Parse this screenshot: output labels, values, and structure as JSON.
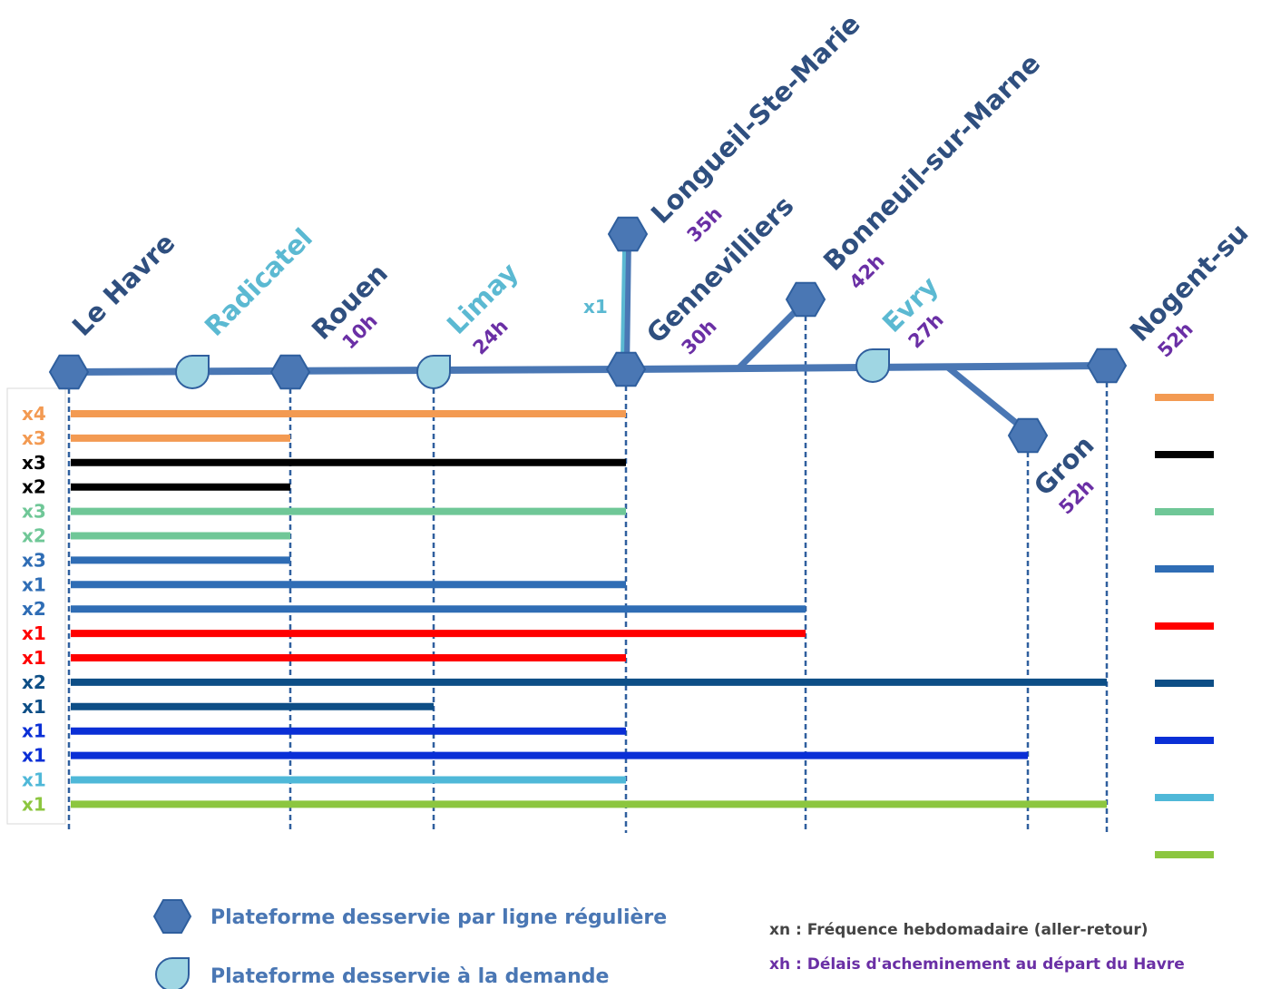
{
  "stations": [
    {
      "id": "le-havre",
      "name": "Le Havre",
      "kind": "regular",
      "delay": "",
      "color": "#2f4f7f"
    },
    {
      "id": "radicatel",
      "name": "Radicatel",
      "kind": "on-demand",
      "delay": "",
      "color": "#5bb9d2"
    },
    {
      "id": "rouen",
      "name": "Rouen",
      "kind": "regular",
      "delay": "10h",
      "color": "#2f4f7f"
    },
    {
      "id": "limay",
      "name": "Limay",
      "kind": "on-demand",
      "delay": "24h",
      "color": "#5bb9d2"
    },
    {
      "id": "gennevilliers",
      "name": "Gennevilliers",
      "kind": "regular",
      "delay": "30h",
      "color": "#2f4f7f"
    },
    {
      "id": "longueil",
      "name": "Longueil-Ste-Marie",
      "kind": "regular",
      "delay": "35h",
      "color": "#2f4f7f"
    },
    {
      "id": "bonneuil",
      "name": "Bonneuil-sur-Marne",
      "kind": "regular",
      "delay": "42h",
      "color": "#2f4f7f"
    },
    {
      "id": "evry",
      "name": "Evry",
      "kind": "on-demand",
      "delay": "27h",
      "color": "#5bb9d2"
    },
    {
      "id": "nogent",
      "name": "Nogent-su",
      "kind": "regular",
      "delay": "52h",
      "color": "#2f4f7f"
    },
    {
      "id": "gron",
      "name": "Gron",
      "kind": "regular",
      "delay": "52h",
      "color": "#2f4f7f"
    }
  ],
  "branch_label": "x1",
  "branch_label_color": "#5bb9d2",
  "services": [
    {
      "freq": "x4",
      "color": "#f39a52",
      "to": "gennevilliers"
    },
    {
      "freq": "x3",
      "color": "#f39a52",
      "to": "rouen"
    },
    {
      "freq": "x3",
      "color": "#000000",
      "to": "gennevilliers"
    },
    {
      "freq": "x2",
      "color": "#000000",
      "to": "rouen"
    },
    {
      "freq": "x3",
      "color": "#6fc797",
      "to": "gennevilliers"
    },
    {
      "freq": "x2",
      "color": "#6fc797",
      "to": "rouen"
    },
    {
      "freq": "x3",
      "color": "#2f6db5",
      "to": "rouen"
    },
    {
      "freq": "x1",
      "color": "#2f6db5",
      "to": "gennevilliers"
    },
    {
      "freq": "x2",
      "color": "#2f6db5",
      "to": "bonneuil"
    },
    {
      "freq": "x1",
      "color": "#ff0000",
      "to": "bonneuil"
    },
    {
      "freq": "x1",
      "color": "#ff0000",
      "to": "gennevilliers"
    },
    {
      "freq": "x2",
      "color": "#0d4e86",
      "to": "nogent"
    },
    {
      "freq": "x1",
      "color": "#0d4e86",
      "to": "limay"
    },
    {
      "freq": "x1",
      "color": "#0a2fd6",
      "to": "gennevilliers"
    },
    {
      "freq": "x1",
      "color": "#0a2fd6",
      "to": "gron"
    },
    {
      "freq": "x1",
      "color": "#4fb8d8",
      "to": "gennevilliers"
    },
    {
      "freq": "x1",
      "color": "#8cc63f",
      "to": "nogent"
    }
  ],
  "legend_swatches": [
    "#f39a52",
    "#000000",
    "#6fc797",
    "#2f6db5",
    "#ff0000",
    "#0d4e86",
    "#0a2fd6",
    "#4fb8d8",
    "#8cc63f"
  ],
  "legend": {
    "regular": "Plateforme desservie par ligne régulière",
    "on_demand": "Plateforme desservie à la demande",
    "regular_color": "#4a77b4",
    "on_demand_color": "#9fd6e3"
  },
  "notes": {
    "freq_note": "xn : Fréquence hebdomadaire (aller-retour)",
    "delay_note": "xh : Délais d'acheminement au départ du Havre",
    "freq_note_color": "#444444",
    "delay_note_color": "#6a2fa5"
  },
  "track_color": "#4a77b4",
  "guide_color": "#2f5f9e"
}
